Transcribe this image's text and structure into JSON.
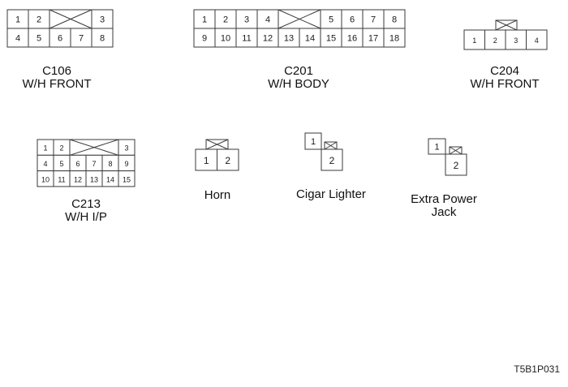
{
  "connectors": [
    {
      "id": "C106",
      "label_lines": [
        "C106",
        "W/H FRONT"
      ],
      "rows": [
        [
          "1",
          "2",
          "X",
          "X",
          "3"
        ],
        [
          "4",
          "5",
          "6",
          "7",
          "8"
        ]
      ]
    },
    {
      "id": "C201",
      "label_lines": [
        "C201",
        "W/H BODY"
      ],
      "rows": [
        [
          "1",
          "2",
          "3",
          "4",
          "X",
          "X",
          "5",
          "6",
          "7",
          "8"
        ],
        [
          "9",
          "10",
          "11",
          "12",
          "13",
          "14",
          "15",
          "16",
          "17",
          "18"
        ]
      ]
    },
    {
      "id": "C204",
      "label_lines": [
        "C204",
        "W/H FRONT"
      ],
      "rows": [
        [
          "1",
          "2",
          "3",
          "4"
        ]
      ],
      "locking_tab": true
    },
    {
      "id": "C213",
      "label_lines": [
        "C213",
        "W/H I/P"
      ],
      "rows": [
        [
          "1",
          "2",
          "X",
          "X",
          "X",
          "3"
        ],
        [
          "4",
          "5",
          "6",
          "7",
          "8",
          "9"
        ],
        [
          "10",
          "11",
          "12",
          "13",
          "14",
          "15"
        ]
      ]
    },
    {
      "id": "Horn",
      "label_lines": [
        "Horn"
      ],
      "rows": [
        [
          "1",
          "2"
        ]
      ],
      "locking_tab": true
    },
    {
      "id": "Cigar Lighter",
      "label_lines": [
        "Cigar Lighter"
      ],
      "pins": [
        "1",
        "2"
      ],
      "locking_tab": true
    },
    {
      "id": "Extra Power Jack",
      "label_lines": [
        "Extra Power",
        "Jack"
      ],
      "pins": [
        "1",
        "2"
      ],
      "locking_tab": true
    }
  ],
  "figure_code": "T5B1P031"
}
